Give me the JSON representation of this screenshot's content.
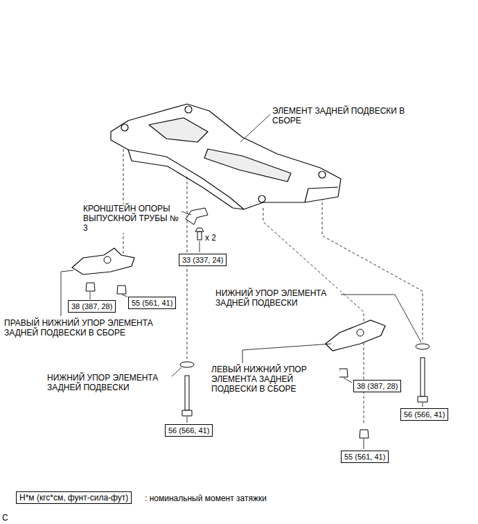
{
  "diagram": {
    "nodes": [
      {
        "text": [
          "33 (337, 24)"
        ]
      },
      {
        "text": [
          "55 (561, 41)"
        ]
      },
      {
        "text": [
          "38 (387, 28)"
        ]
      },
      {
        "text": [
          "38 (387, 28)"
        ]
      },
      {
        "text": [
          "56 (566, 41)"
        ]
      },
      {
        "text": [
          "56 (566, 41)"
        ]
      },
      {
        "text": [
          "55 (561, 41)"
        ]
      },
      {
        "text": [
          "Н*м (кгс*см, фунт-сила-фут)"
        ]
      }
    ],
    "edges": [],
    "labels": [
      "ЭЛЕМЕНТ ЗАДНЕЙ ПОДВЕСКИ В СБОРЕ",
      "КРОНШТЕЙН ОПОРЫ ВЫПУСКНОЙ ТРУБЫ № 3",
      "x 2",
      "НИЖНИЙ УПОР ЭЛЕМЕНТА ЗАДНЕЙ ПОДВЕСКИ",
      "ПРАВЫЙ НИЖНИЙ УПОР ЭЛЕМЕНТА ЗАДНЕЙ ПОДВЕСКИ В СБОРЕ",
      "НИЖНИЙ УПОР ЭЛЕМЕНТА ЗАДНЕЙ ПОДВЕСКИ",
      "ЛЕВЫЙ НИЖНИЙ УПОР ЭЛЕМЕНТА ЗАДНЕЙ ПОДВЕСКИ В СБОРЕ",
      ": номинальный момент затяжки",
      "C"
    ]
  }
}
